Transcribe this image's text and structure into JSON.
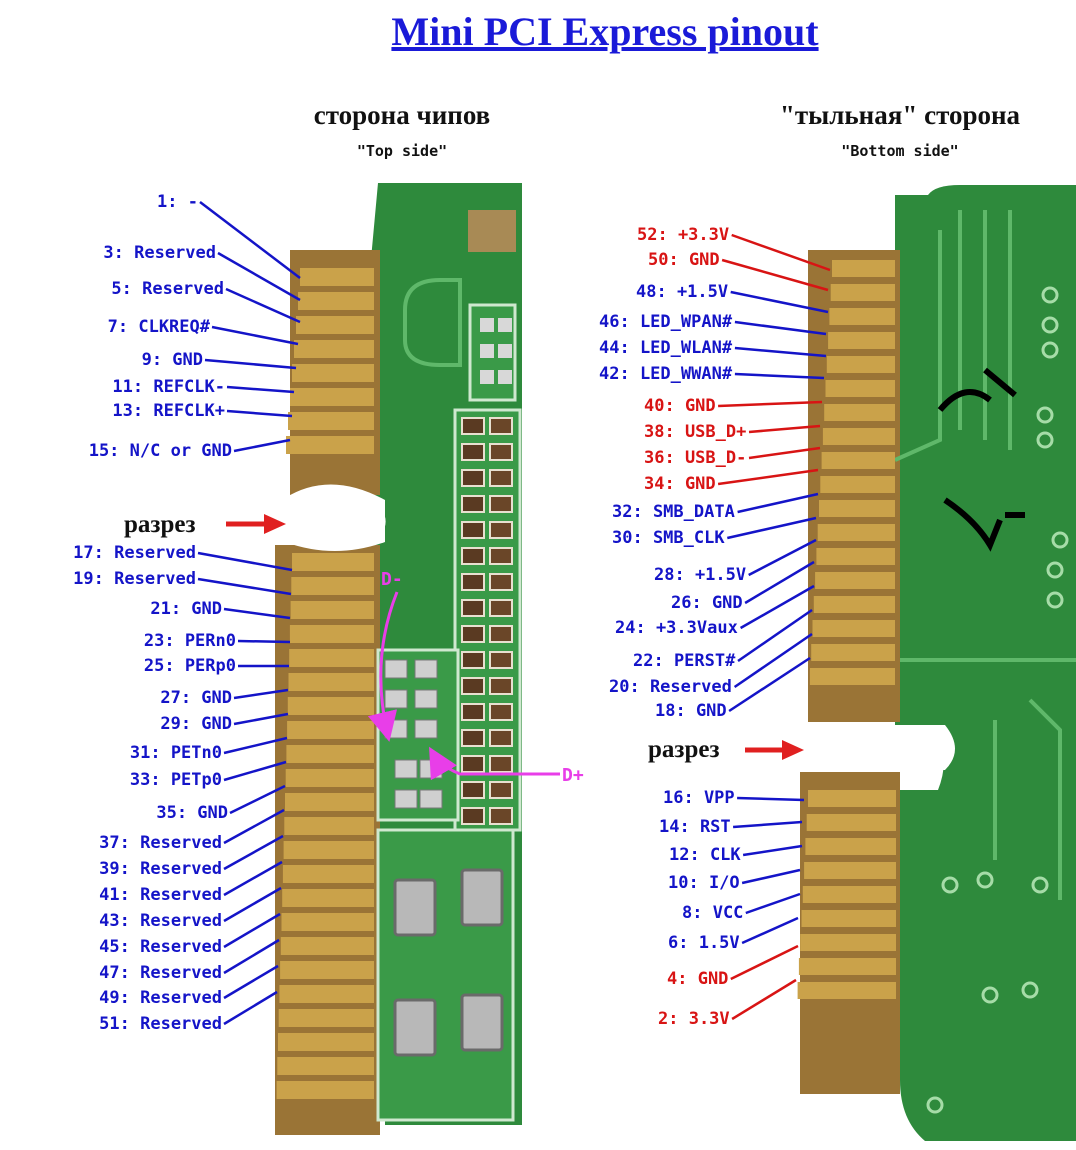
{
  "title": "Mini PCI Express pinout",
  "colors": {
    "blue": "#1414c8",
    "red": "#d81414",
    "magenta": "#e83ee8",
    "arrow_red": "#e02020",
    "pcb": "#2e8a3c",
    "gold": "#caa24a",
    "substrate": "#9a7436"
  },
  "top_side": {
    "heading": "сторона чипов",
    "subheading": "\"Top side\"",
    "cut_label": "разрез",
    "pins": [
      {
        "label": "1: -",
        "color": "blue"
      },
      {
        "label": "3: Reserved",
        "color": "blue"
      },
      {
        "label": "5: Reserved",
        "color": "blue"
      },
      {
        "label": "7: CLKREQ#",
        "color": "blue"
      },
      {
        "label": "9: GND",
        "color": "blue"
      },
      {
        "label": "11: REFCLK-",
        "color": "blue"
      },
      {
        "label": "13: REFCLK+",
        "color": "blue"
      },
      {
        "label": "15: N/C or GND",
        "color": "blue"
      },
      {
        "label": "17: Reserved",
        "color": "blue"
      },
      {
        "label": "19: Reserved",
        "color": "blue"
      },
      {
        "label": "21: GND",
        "color": "blue"
      },
      {
        "label": "23: PERn0",
        "color": "blue"
      },
      {
        "label": "25: PERp0",
        "color": "blue"
      },
      {
        "label": "27: GND",
        "color": "blue"
      },
      {
        "label": "29: GND",
        "color": "blue"
      },
      {
        "label": "31: PETn0",
        "color": "blue"
      },
      {
        "label": "33: PETp0",
        "color": "blue"
      },
      {
        "label": "35: GND",
        "color": "blue"
      },
      {
        "label": "37: Reserved",
        "color": "blue"
      },
      {
        "label": "39: Reserved",
        "color": "blue"
      },
      {
        "label": "41: Reserved",
        "color": "blue"
      },
      {
        "label": "43: Reserved",
        "color": "blue"
      },
      {
        "label": "45: Reserved",
        "color": "blue"
      },
      {
        "label": "47: Reserved",
        "color": "blue"
      },
      {
        "label": "49: Reserved",
        "color": "blue"
      },
      {
        "label": "51: Reserved",
        "color": "blue"
      }
    ],
    "annotations": [
      "D-",
      "D+"
    ]
  },
  "bottom_side": {
    "heading": "\"тыльная\" сторона",
    "subheading": "\"Bottom side\"",
    "cut_label": "разрез",
    "pins": [
      {
        "label": "52: +3.3V",
        "color": "red"
      },
      {
        "label": "50: GND",
        "color": "red"
      },
      {
        "label": "48: +1.5V",
        "color": "blue"
      },
      {
        "label": "46: LED_WPAN#",
        "color": "blue"
      },
      {
        "label": "44: LED_WLAN#",
        "color": "blue"
      },
      {
        "label": "42: LED_WWAN#",
        "color": "blue"
      },
      {
        "label": "40: GND",
        "color": "red"
      },
      {
        "label": "38: USB_D+",
        "color": "red"
      },
      {
        "label": "36: USB_D-",
        "color": "red"
      },
      {
        "label": "34: GND",
        "color": "red"
      },
      {
        "label": "32: SMB_DATA",
        "color": "blue"
      },
      {
        "label": "30: SMB_CLK",
        "color": "blue"
      },
      {
        "label": "28: +1.5V",
        "color": "blue"
      },
      {
        "label": "26: GND",
        "color": "blue"
      },
      {
        "label": "24: +3.3Vaux",
        "color": "blue"
      },
      {
        "label": "22: PERST#",
        "color": "blue"
      },
      {
        "label": "20: Reserved",
        "color": "blue"
      },
      {
        "label": "18: GND",
        "color": "blue"
      },
      {
        "label": "16: VPP",
        "color": "blue"
      },
      {
        "label": "14: RST",
        "color": "blue"
      },
      {
        "label": "12: CLK",
        "color": "blue"
      },
      {
        "label": "10: I/O",
        "color": "blue"
      },
      {
        "label": "8: VCC",
        "color": "blue"
      },
      {
        "label": "6: 1.5V",
        "color": "blue"
      },
      {
        "label": "4: GND",
        "color": "red"
      },
      {
        "label": "2: 3.3V",
        "color": "red"
      }
    ]
  }
}
